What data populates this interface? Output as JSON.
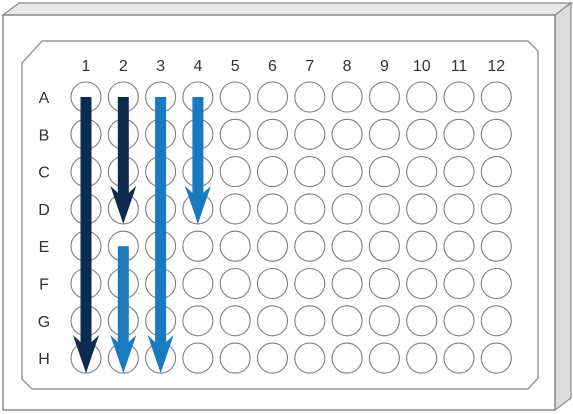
{
  "plate": {
    "columns": [
      "1",
      "2",
      "3",
      "4",
      "5",
      "6",
      "7",
      "8",
      "9",
      "10",
      "11",
      "12"
    ],
    "rows": [
      "A",
      "B",
      "C",
      "D",
      "E",
      "F",
      "G",
      "H"
    ]
  },
  "arrows": [
    {
      "name": "arrow-col1-A-to-H",
      "column": "1",
      "from_row": "A",
      "to_row": "H",
      "color": "#0d2a4f"
    },
    {
      "name": "arrow-col2-A-to-D",
      "column": "2",
      "from_row": "A",
      "to_row": "D",
      "color": "#0d2a4f"
    },
    {
      "name": "arrow-col2-E-to-H",
      "column": "2",
      "from_row": "E",
      "to_row": "H",
      "color": "#1a7ac0"
    },
    {
      "name": "arrow-col3-A-to-H",
      "column": "3",
      "from_row": "A",
      "to_row": "H",
      "color": "#1a7ac0"
    },
    {
      "name": "arrow-col4-A-to-D",
      "column": "4",
      "from_row": "A",
      "to_row": "D",
      "color": "#1a7ac0"
    }
  ],
  "colors": {
    "dark_navy": "#0d2a4f",
    "light_blue": "#1a7ac0",
    "plate_border": "#8a8a8a",
    "plate_side": "#e8e8e8"
  }
}
